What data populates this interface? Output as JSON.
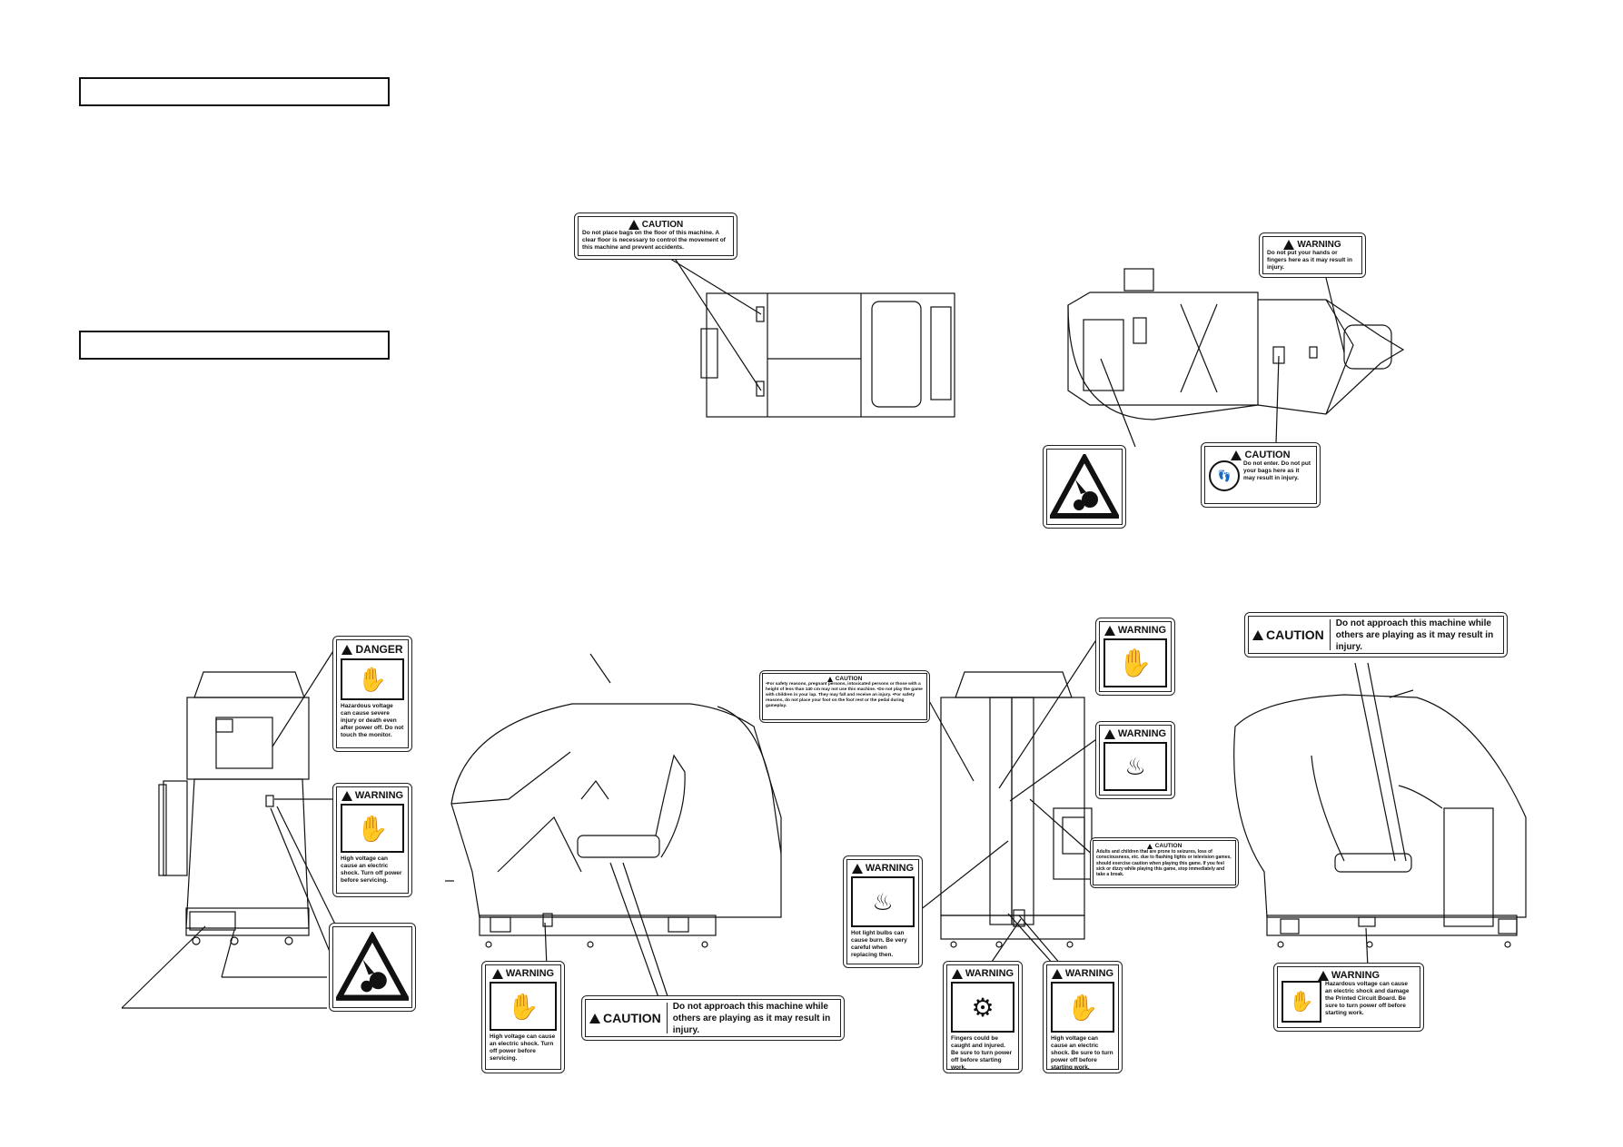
{
  "headers": [
    "",
    ""
  ],
  "caution_bags_floor": {
    "title": "CAUTION",
    "text": "Do not place bags on the floor of this machine. A clear floor is necessary to control the movement of this machine and prevent accidents."
  },
  "warning_hands_fingers": {
    "title": "WARNING",
    "text": "Do not put your hands or fingers here as it may result in injury."
  },
  "caution_do_not_enter": {
    "title": "CAUTION",
    "text": "Do not enter. Do not put your bags here as it may result in injury."
  },
  "danger_high_voltage": {
    "title": "DANGER",
    "text": "Hazardous voltage can cause severe injury or death even after power off. Do not touch the monitor."
  },
  "warning_high_voltage_1": {
    "title": "WARNING",
    "text": "High voltage can cause an electric shock. Turn off power before servicing."
  },
  "warning_high_voltage_2": {
    "title": "WARNING",
    "text": "High voltage can cause an electric shock. Turn off power before servicing."
  },
  "caution_approach_1": {
    "title": "CAUTION",
    "text": "Do not approach this machine while others are playing as it may result in injury."
  },
  "caution_approach_2": {
    "title": "CAUTION",
    "text": "Do not approach this machine while others are playing as it may result in injury."
  },
  "caution_safety_small": {
    "title": "CAUTION",
    "text": "•For safety reasons, pregnant persons, intoxicated persons or those with a height of less than 140 cm may not use this machine. •Do not play the game with children in your lap. They may fall and receive an injury. •For safety reasons, do not place your foot on the foot rest or the pedal during gameplay."
  },
  "warning_top_hand": {
    "title": "WARNING"
  },
  "warning_hot_surface": {
    "title": "WARNING"
  },
  "caution_epilepsy": {
    "title": "CAUTION",
    "text": "Adults and children that are prone to seizures, loss of consciousness, etc. due to flashing lights or television games, should exercise caution when playing this game. If you feel sick or dizzy while playing this game, stop immediately and take a break."
  },
  "warning_hot_bulbs": {
    "title": "WARNING",
    "text": "Hot light bulbs can cause burn. Be very careful when replacing then."
  },
  "warning_fingers_caught": {
    "title": "WARNING",
    "text": "Fingers could be caught and injured. Be sure to turn power off before starting work."
  },
  "warning_high_voltage_3": {
    "title": "WARNING",
    "text": "High voltage can cause an electric shock. Be sure to turn power off before starting work."
  },
  "warning_pcb": {
    "title": "WARNING",
    "text": "Hazardous voltage can cause an electric shock and damage the Printed Circuit Board. Be sure to turn power off before starting work."
  }
}
